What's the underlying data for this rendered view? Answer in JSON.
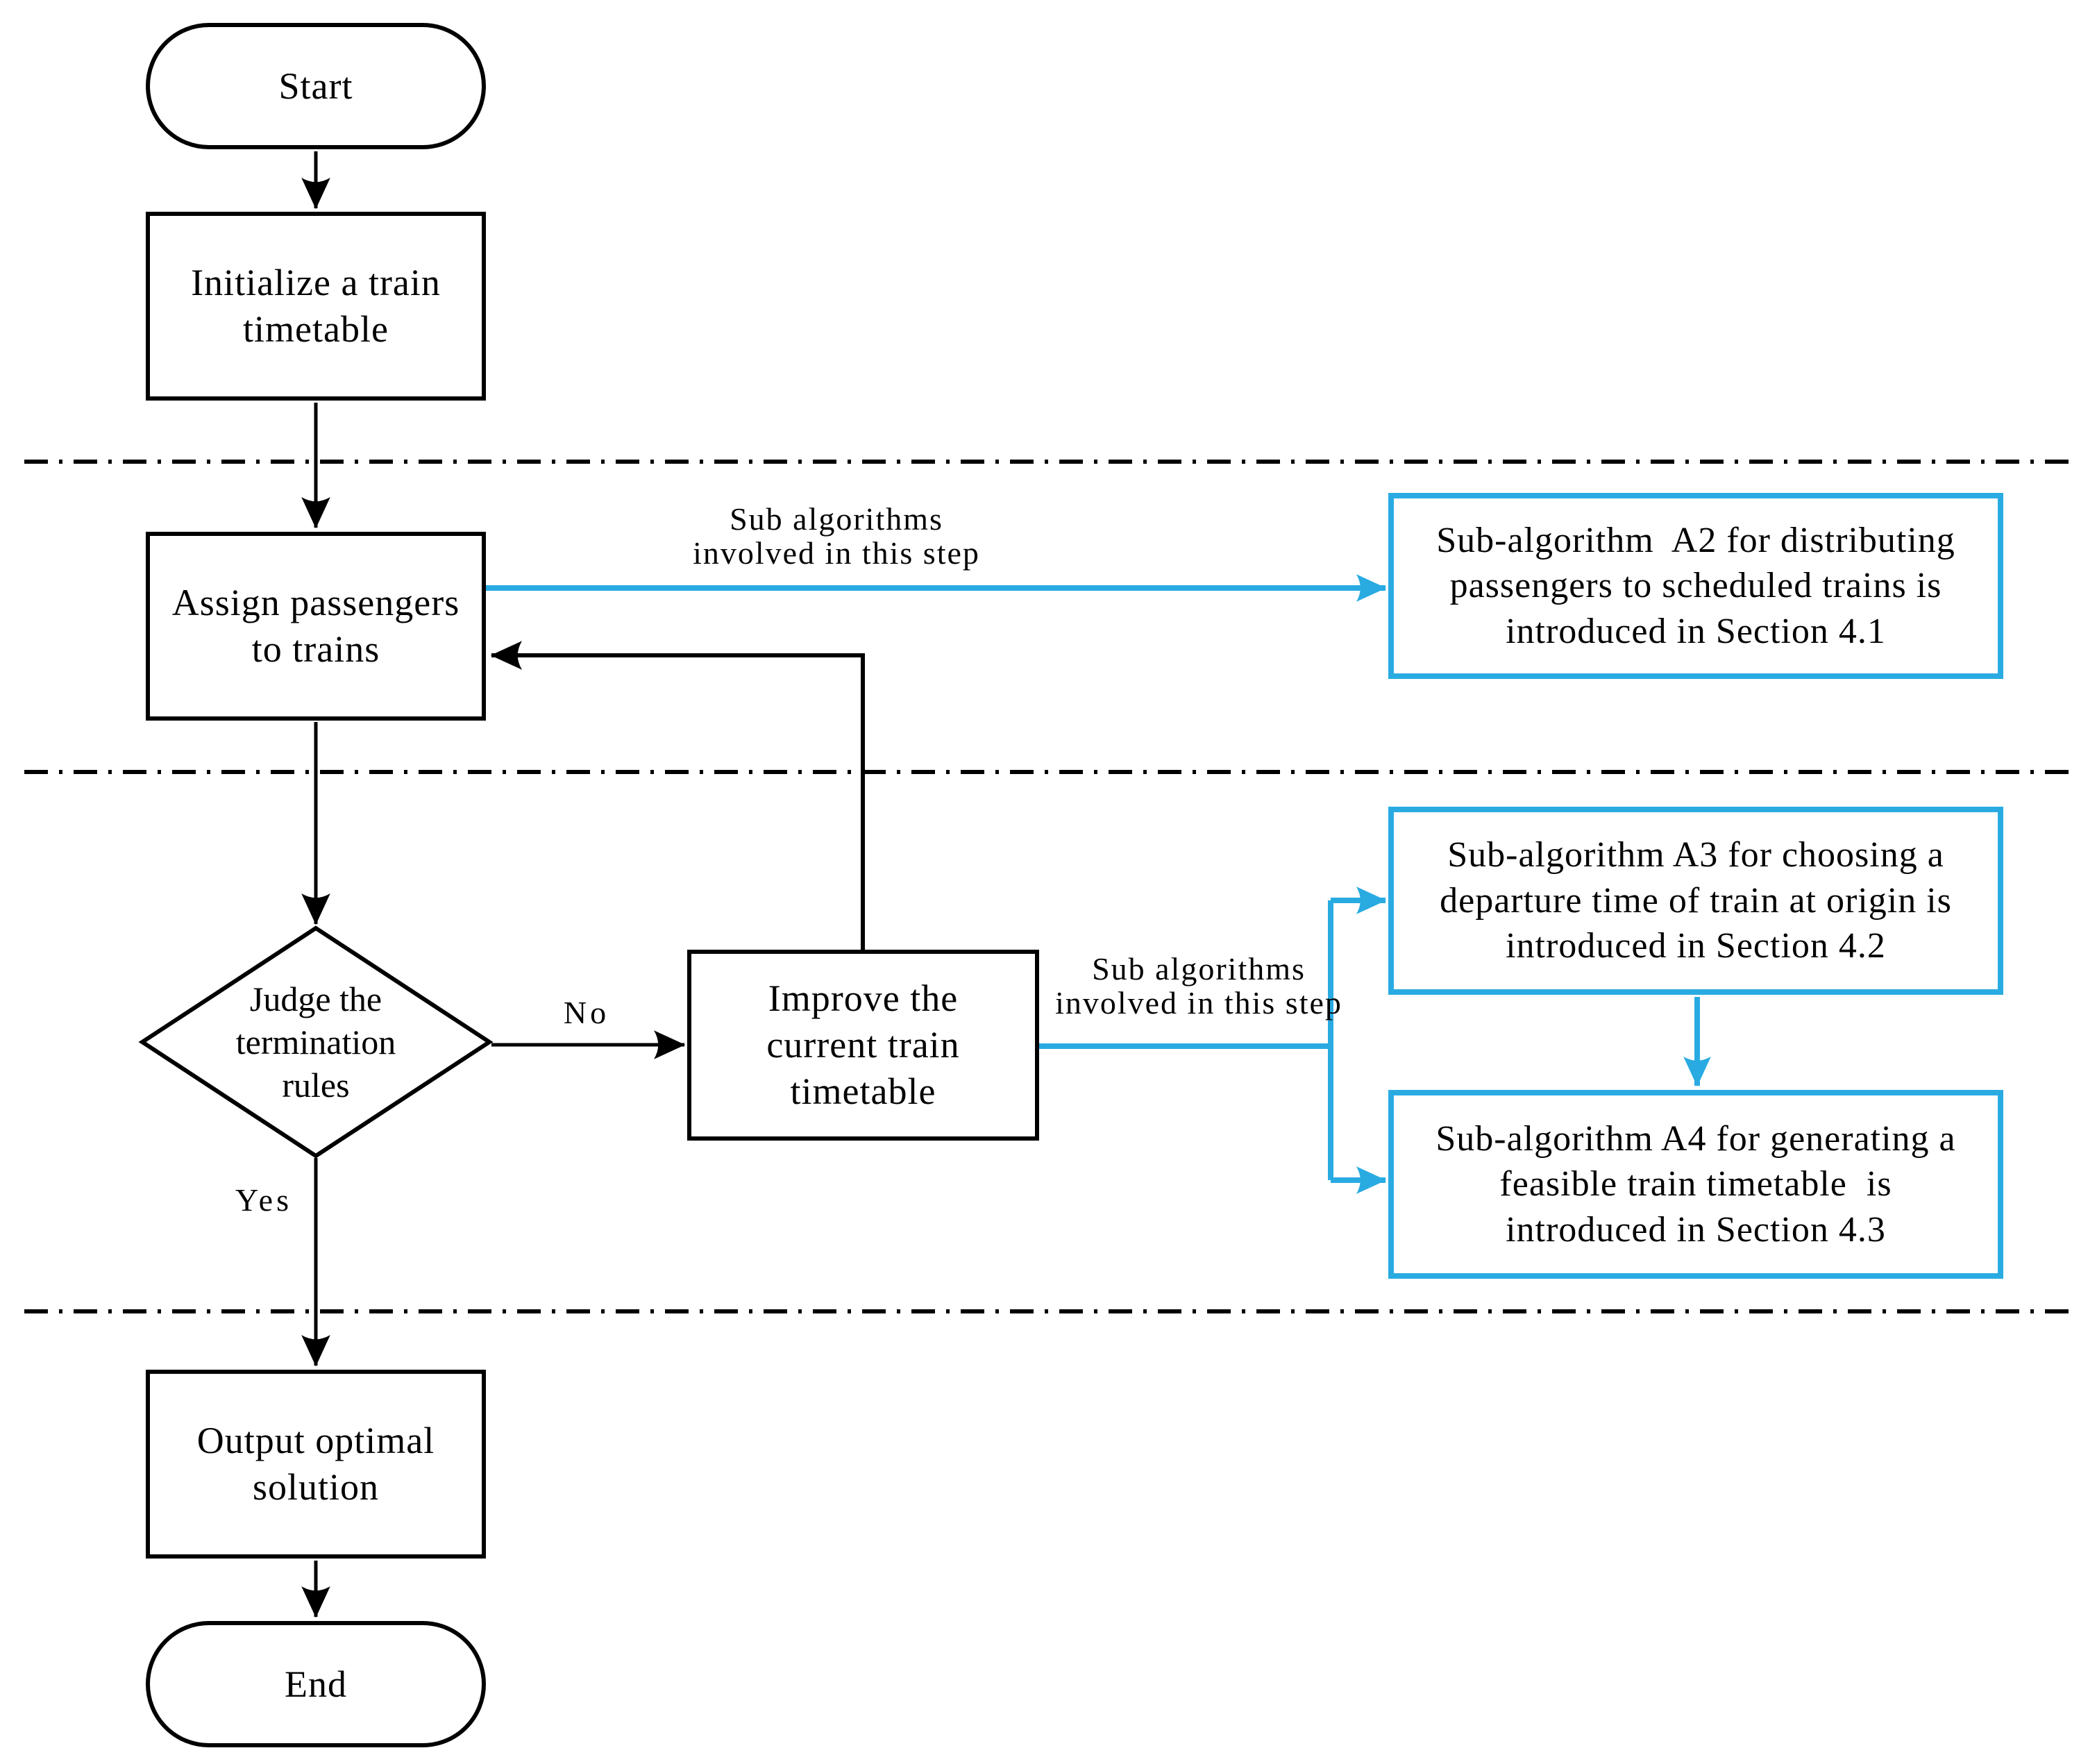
{
  "colors": {
    "line_black": "#000000",
    "accent_blue": "#29ABE2",
    "background": "#FFFFFF"
  },
  "nodes": {
    "start": {
      "type": "terminator",
      "label": "Start"
    },
    "initialize": {
      "type": "process",
      "label": "Initialize a train\ntimetable"
    },
    "assign": {
      "type": "process",
      "label": "Assign passengers\nto trains"
    },
    "judge": {
      "type": "decision",
      "label": "Judge the\ntermination\nrules"
    },
    "improve": {
      "type": "process",
      "label": "Improve the\ncurrent train\ntimetable"
    },
    "output": {
      "type": "process",
      "label": "Output optimal\nsolution"
    },
    "end": {
      "type": "terminator",
      "label": "End"
    },
    "sub_a2": {
      "type": "note",
      "label": "Sub-algorithm  A2 for distributing\npassengers to scheduled trains is\nintroduced in Section 4.1"
    },
    "sub_a3": {
      "type": "note",
      "label": "Sub-algorithm A3 for choosing a\ndeparture time of train at origin is\nintroduced in Section 4.2"
    },
    "sub_a4": {
      "type": "note",
      "label": "Sub-algorithm A4 for generating a\nfeasible train timetable  is\nintroduced in Section 4.3"
    }
  },
  "edge_labels": {
    "no": "No",
    "yes": "Yes",
    "sub_step_1": "Sub algorithms\ninvolved in this step",
    "sub_step_2": "Sub algorithms\ninvolved in this step"
  }
}
